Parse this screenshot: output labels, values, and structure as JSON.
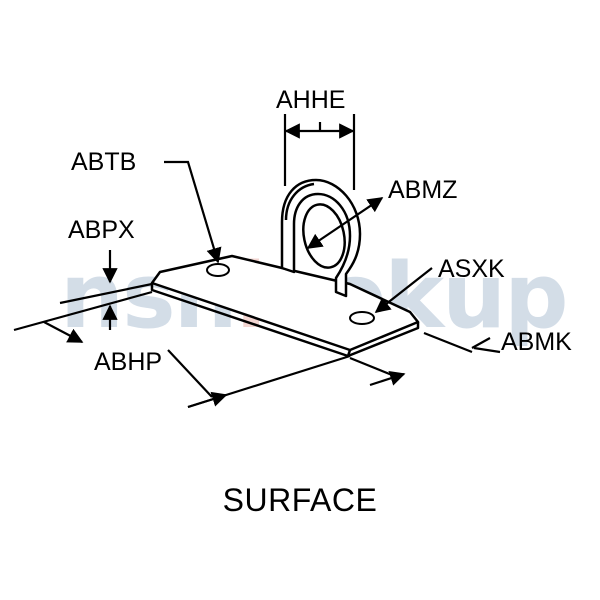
{
  "watermark": {
    "main_a": "nsn",
    "accent": "l",
    "main_b": "ookup"
  },
  "labels": {
    "ahhe": "AHHE",
    "abtb": "ABTB",
    "abmz": "ABMZ",
    "abpx": "ABPX",
    "asxk": "ASXK",
    "abmk": "ABMK",
    "abhp": "ABHP"
  },
  "caption": "SURFACE",
  "colors": {
    "line": "#000000",
    "watermark": "#9fb4cc",
    "watermark_accent": "#e3a39b"
  }
}
